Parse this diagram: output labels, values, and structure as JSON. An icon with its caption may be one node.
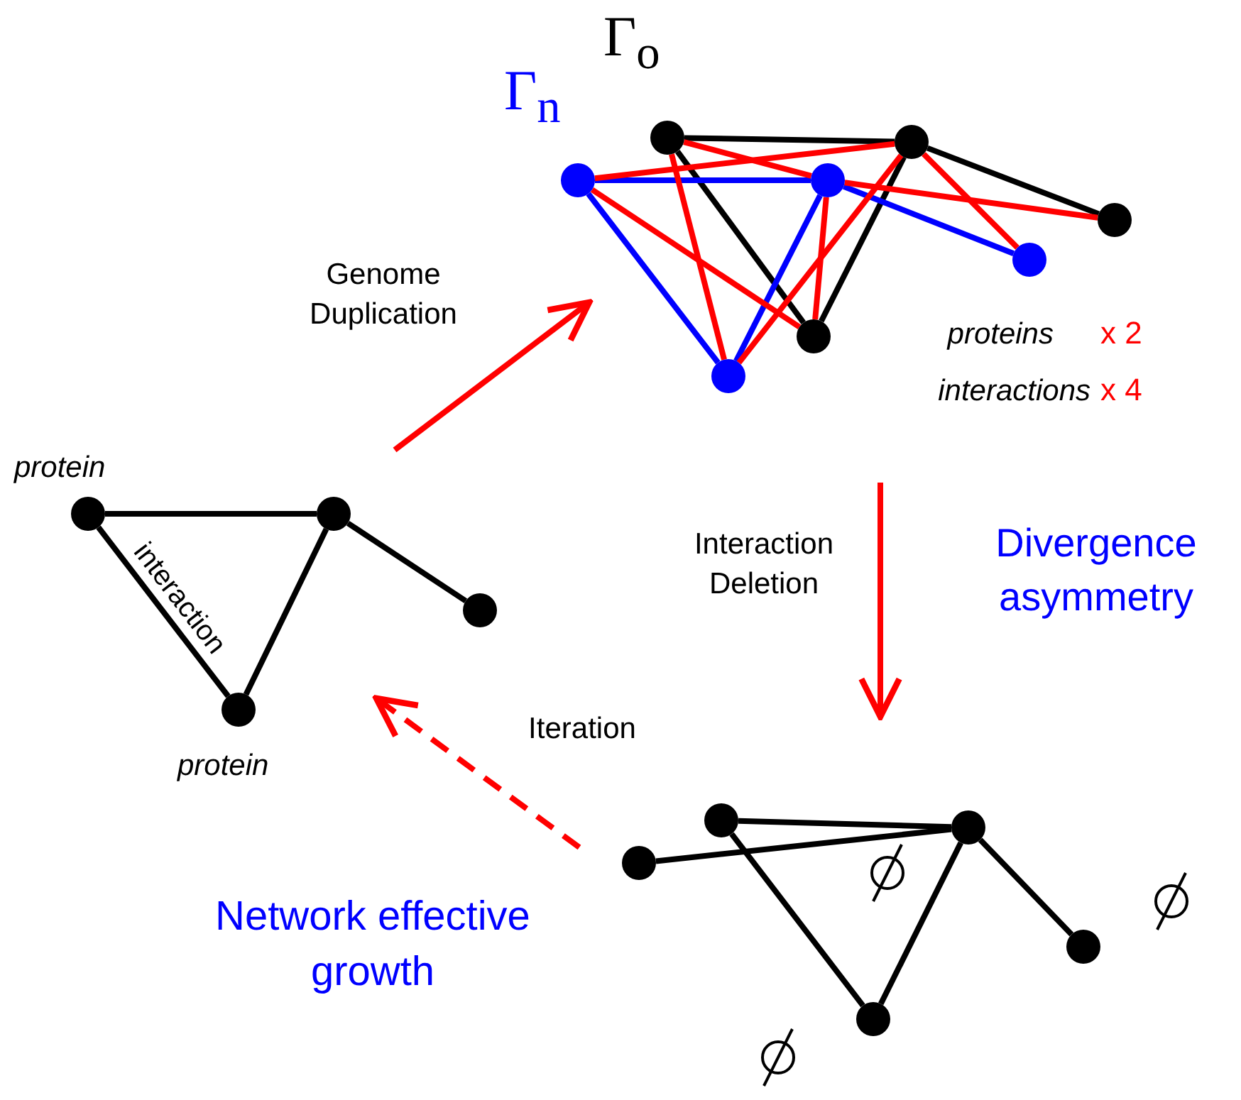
{
  "diagram": {
    "nodes": [
      {
        "text": [],
        "shape": "circle"
      },
      {
        "text": [],
        "shape": "circle"
      },
      {
        "text": [],
        "shape": "circle"
      },
      {
        "text": [],
        "shape": "circle"
      },
      {
        "text": [],
        "shape": "circle"
      },
      {
        "text": [],
        "shape": "circle"
      },
      {
        "text": [],
        "shape": "circle"
      },
      {
        "text": [],
        "shape": "circle"
      },
      {
        "text": [],
        "shape": "circle",
        "beside": [
          "protein"
        ]
      },
      {
        "text": [],
        "shape": "circle"
      },
      {
        "text": [],
        "shape": "circle"
      },
      {
        "text": [],
        "shape": "circle",
        "beside": [
          "protein"
        ]
      },
      {
        "text": [],
        "shape": "circle"
      },
      {
        "text": [],
        "shape": "circle"
      },
      {
        "text": [],
        "shape": "circle"
      },
      {
        "text": [],
        "shape": "circle"
      },
      {
        "text": [],
        "shape": "circle"
      }
    ],
    "edges": [
      {
        "from": 0,
        "to": 1,
        "arrow": "none"
      },
      {
        "from": 1,
        "to": 4,
        "arrow": "none"
      },
      {
        "from": 0,
        "to": 6,
        "arrow": "none"
      },
      {
        "from": 1,
        "to": 6,
        "arrow": "none"
      },
      {
        "from": 2,
        "to": 3,
        "arrow": "none",
        "color": "#0000ff"
      },
      {
        "from": 3,
        "to": 5,
        "arrow": "none",
        "color": "#0000ff"
      },
      {
        "from": 2,
        "to": 7,
        "arrow": "none",
        "color": "#0000ff"
      },
      {
        "from": 3,
        "to": 7,
        "arrow": "none",
        "color": "#0000ff"
      },
      {
        "from": 0,
        "to": 3,
        "arrow": "none",
        "color": "#ff0000"
      },
      {
        "from": 2,
        "to": 1,
        "arrow": "none",
        "color": "#ff0000"
      },
      {
        "from": 1,
        "to": 5,
        "arrow": "none",
        "color": "#ff0000"
      },
      {
        "from": 3,
        "to": 4,
        "arrow": "none",
        "color": "#ff0000"
      },
      {
        "from": 0,
        "to": 7,
        "arrow": "none",
        "color": "#ff0000"
      },
      {
        "from": 2,
        "to": 6,
        "arrow": "none",
        "color": "#ff0000"
      },
      {
        "from": 1,
        "to": 7,
        "arrow": "none",
        "color": "#ff0000"
      },
      {
        "from": 3,
        "to": 6,
        "arrow": "none",
        "color": "#ff0000"
      },
      {
        "from": 8,
        "to": 9,
        "arrow": "none"
      },
      {
        "from": 9,
        "to": 11,
        "arrow": "none"
      },
      {
        "from": 8,
        "to": 11,
        "arrow": "none",
        "label": "interaction"
      },
      {
        "from": 9,
        "to": 10,
        "arrow": "none"
      },
      {
        "from": 14,
        "to": 13,
        "arrow": "none"
      },
      {
        "from": 12,
        "to": 13,
        "arrow": "none"
      },
      {
        "from": 12,
        "to": 16,
        "arrow": "none"
      },
      {
        "from": 13,
        "to": 16,
        "arrow": "none"
      },
      {
        "from": 13,
        "to": 15,
        "arrow": "none"
      }
    ],
    "labels": [
      "Γ$_{o}$",
      "Γ$_{n}$",
      "Genome Duplication",
      "proteins",
      "x 2",
      "interactions",
      "x 4",
      "Interaction Deletion",
      "Divergence asymmetry",
      "Iteration",
      "Network effective growth"
    ]
  }
}
